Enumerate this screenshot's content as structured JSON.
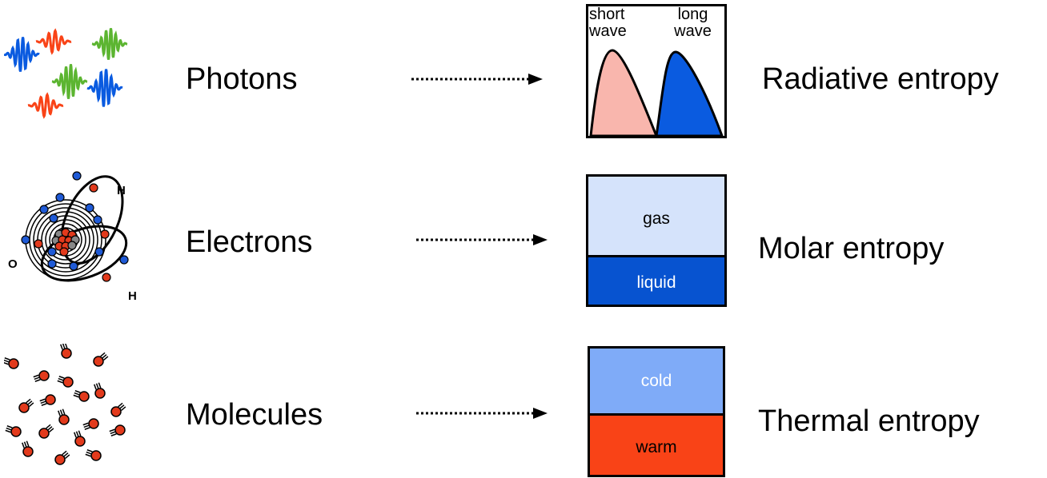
{
  "rows": [
    {
      "source": "Photons",
      "result": "Radiative entropy"
    },
    {
      "source": "Electrons",
      "result": "Molar entropy"
    },
    {
      "source": "Molecules",
      "result": "Thermal entropy"
    }
  ],
  "wave_box": {
    "short_label_1": "short",
    "short_label_2": "wave",
    "long_label_1": "long",
    "long_label_2": "wave",
    "short_color": "#f9b6ad",
    "long_color": "#0a5be0"
  },
  "phase_box": {
    "top": "gas",
    "bottom": "liquid",
    "top_color": "#d5e3fb",
    "bottom_color": "#0753d0"
  },
  "temp_box": {
    "top": "cold",
    "bottom": "warm",
    "top_color": "#7fabf8",
    "bottom_color": "#f94317"
  },
  "atom_labels": {
    "o": "O",
    "h1": "H",
    "h2": "H"
  }
}
